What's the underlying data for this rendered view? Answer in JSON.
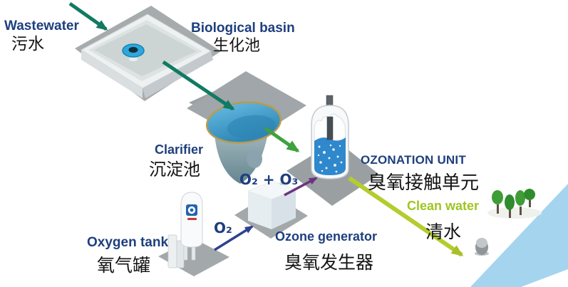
{
  "diagram": {
    "labels": {
      "wastewater": {
        "en": "Wastewater",
        "zh": "污水"
      },
      "biological_basin": {
        "en": "Biological basin",
        "zh": "生化池"
      },
      "clarifier": {
        "en": "Clarifier",
        "zh": "沉淀池"
      },
      "ozonation_unit": {
        "en": "OZONATION UNIT",
        "zh": "臭氧接触单元"
      },
      "clean_water": {
        "en": "Clean water",
        "zh": "清水"
      },
      "oxygen_tank": {
        "en": "Oxygen tank",
        "zh": "氧气罐"
      },
      "ozone_generator": {
        "en": "Ozone generator",
        "zh": "臭氧发生器"
      },
      "o2": "O₂",
      "o2_o3": "O₂ + O₃"
    },
    "flow": {
      "main_path": [
        "Wastewater",
        "Biological basin",
        "Clarifier",
        "Ozonation unit",
        "Clean water (river)"
      ],
      "side_path": [
        {
          "from": "Oxygen tank",
          "to": "Ozone generator",
          "label": "O₂"
        },
        {
          "from": "Ozone generator",
          "to": "Ozonation unit",
          "label": "O₂ + O₃"
        }
      ]
    },
    "colors": {
      "label_en": "#1e3f7e",
      "label_zh": "#141414",
      "clean_water_label": "#9fc521",
      "arrow_wastewater": "#117a63",
      "arrow_treated": "#3fa13f",
      "arrow_o2": "#2e4191",
      "arrow_o2_o3": "#6b3380",
      "arrow_clean_water": "#b5cc2e",
      "river": "#a5d4ef",
      "platform_gray": "#9aa0a2"
    }
  }
}
